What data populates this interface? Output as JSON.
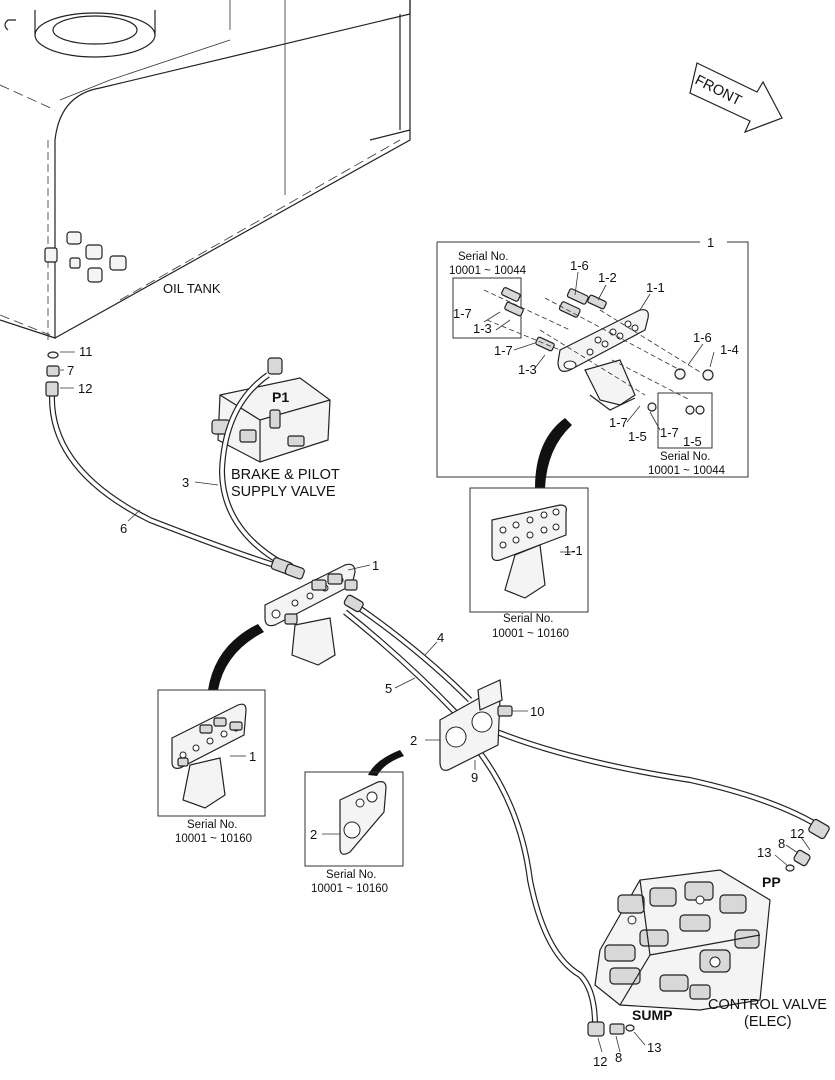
{
  "labels": {
    "oil_tank": "OIL TANK",
    "front": "FRONT",
    "brake_valve_line1": "BRAKE & PILOT",
    "brake_valve_line2": "SUPPLY VALVE",
    "p1": "P1",
    "pp": "PP",
    "sump": "SUMP",
    "control_valve_line1": "CONTROL VALVE",
    "control_valve_line2": "(ELEC)"
  },
  "serial_blocks": {
    "top_left_title": "Serial No.",
    "top_left_range": "10001 ~ 10044",
    "top_right_title": "Serial No.",
    "top_right_range": "10001 ~ 10044",
    "bracket_title": "Serial No.",
    "bracket_range": "10001 ~ 10160",
    "left_title": "Serial No.",
    "left_range": "10001 ~ 10160",
    "plate_title": "Serial No.",
    "plate_range": "10001 ~ 10160"
  },
  "callouts": {
    "n1_top": "1",
    "n1_6a": "1-6",
    "n1_2": "1-2",
    "n1_1a": "1-1",
    "n1_7a": "1-7",
    "n1_3a": "1-3",
    "n1_7b": "1-7",
    "n1_3b": "1-3",
    "n1_6b": "1-6",
    "n1_4": "1-4",
    "n1_7c": "1-7",
    "n1_5a": "1-5",
    "n1_7d": "1-7",
    "n1_5b": "1-5",
    "n1_1b": "1-1",
    "n11": "11",
    "n7": "7",
    "n12a": "12",
    "n3": "3",
    "n6": "6",
    "n1_mid": "1",
    "n4": "4",
    "n5": "5",
    "n10": "10",
    "n2a": "2",
    "n9": "9",
    "n1_left": "1",
    "n2b": "2",
    "n8a": "8",
    "n12b": "12",
    "n13a": "13",
    "n12c": "12",
    "n8b": "8",
    "n13b": "13"
  }
}
